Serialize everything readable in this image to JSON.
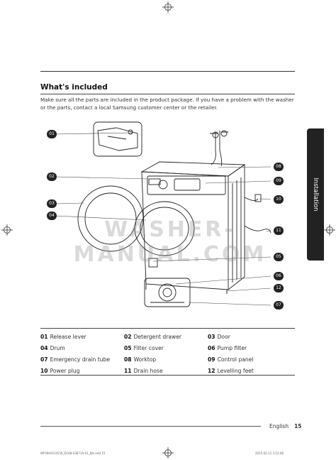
{
  "page": {
    "section_title": "What's included",
    "intro": "Make sure all the parts are included in the product package. If you have a problem with the washer or the parts, contact a local Samsung customer center or the retailer.",
    "side_tab": "Installation",
    "watermark": "WASHER-MANUAL.COM"
  },
  "callouts": [
    "01",
    "02",
    "03",
    "04",
    "08",
    "09",
    "10",
    "11",
    "05",
    "06",
    "12",
    "07"
  ],
  "parts": [
    {
      "num": "01",
      "name": "Release lever"
    },
    {
      "num": "02",
      "name": "Detergent drawer"
    },
    {
      "num": "03",
      "name": "Door"
    },
    {
      "num": "04",
      "name": "Drum"
    },
    {
      "num": "05",
      "name": "Filter cover"
    },
    {
      "num": "06",
      "name": "Pump filter"
    },
    {
      "num": "07",
      "name": "Emergency drain tube"
    },
    {
      "num": "08",
      "name": "Worktop"
    },
    {
      "num": "09",
      "name": "Control panel"
    },
    {
      "num": "10",
      "name": "Power plug"
    },
    {
      "num": "11",
      "name": "Drain hose"
    },
    {
      "num": "12",
      "name": "Levelling feet"
    }
  ],
  "footer": {
    "language": "English",
    "page_number": "15"
  },
  "imprint": {
    "left": "WF56H9110CW_DC68-03671A-01_EN.indd 15",
    "right": "2015-02-11  3:52:08"
  },
  "icons": [
    "registration-mark-icon",
    "washer-illustration",
    "tap-icon",
    "power-plug-icon"
  ]
}
